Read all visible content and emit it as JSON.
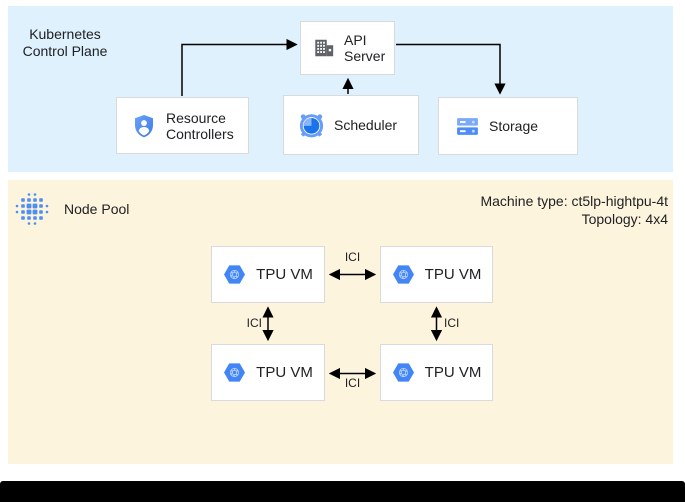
{
  "control_plane": {
    "title_line1": "Kubernetes",
    "title_line2": "Control Plane",
    "api_server": {
      "label": "API Server"
    },
    "resource_controllers": {
      "label": "Resource Controllers"
    },
    "scheduler": {
      "label": "Scheduler"
    },
    "storage": {
      "label": "Storage"
    }
  },
  "node_pool": {
    "title": "Node Pool",
    "machine_type": "Machine type: ct5lp-hightpu-4t",
    "topology": "Topology: 4x4",
    "vms": [
      {
        "label": "TPU VM"
      },
      {
        "label": "TPU VM"
      },
      {
        "label": "TPU VM"
      },
      {
        "label": "TPU VM"
      }
    ],
    "ici": {
      "top": "ICI",
      "bottom": "ICI",
      "left": "ICI",
      "right": "ICI"
    }
  },
  "icons": {
    "api_server": "building-icon",
    "resource_controllers": "shield-user-icon",
    "scheduler": "alarm-clock-icon",
    "storage": "server-stack-icon",
    "node_pool": "dots-grid-icon",
    "tpu_vm": "tpu-hexagon-icon"
  },
  "colors": {
    "control_plane_bg": "#def1fc",
    "node_pool_bg": "#fdf4de",
    "box_border": "#d9dade",
    "google_blue": "#4285f4",
    "google_blue_light": "#7baaf7",
    "google_blue_dark": "#1a73e8",
    "icon_gray": "#5f6368",
    "arrow": "#000000",
    "text": "#202124"
  }
}
